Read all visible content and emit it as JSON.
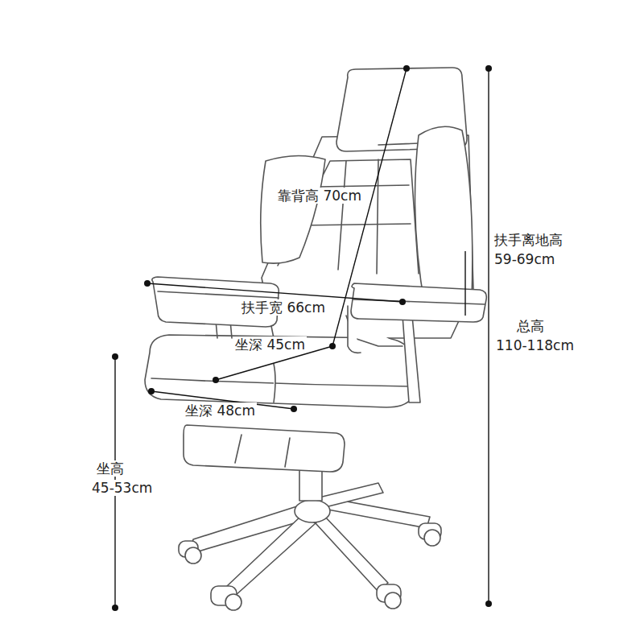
{
  "diagram": {
    "labels": [
      "靠背高 70cm",
      "扶手宽 66cm",
      "坐深 45cm",
      "坐深 48cm",
      "扶手离地高",
      "59-69cm",
      "总高",
      "110-118cm",
      "坐高",
      "45-53cm"
    ]
  }
}
